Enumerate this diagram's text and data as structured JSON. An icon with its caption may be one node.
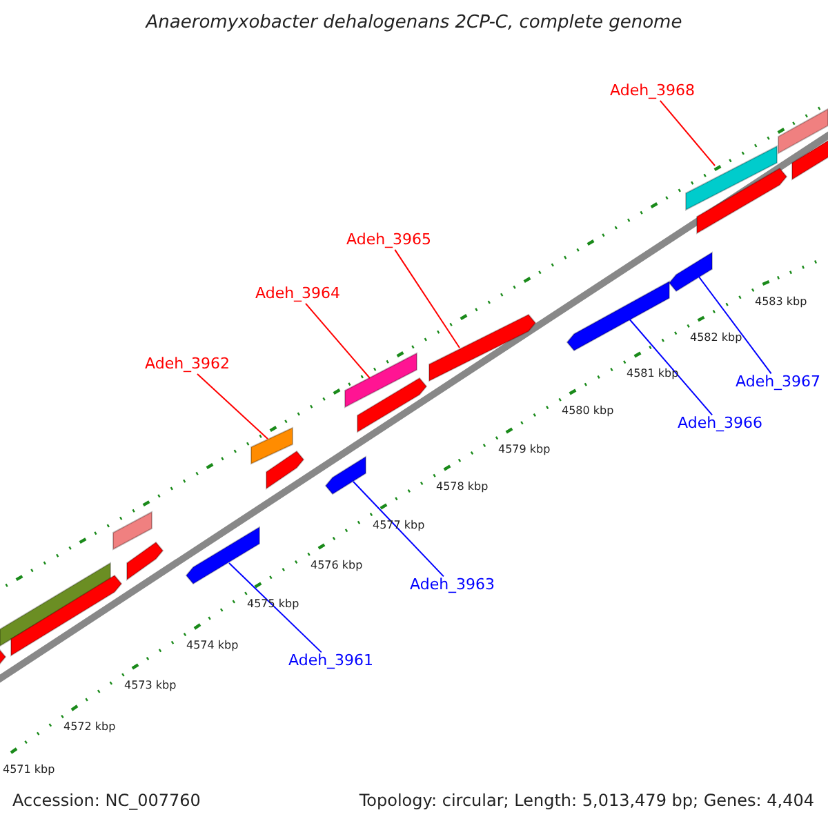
{
  "diagram": {
    "title": "Anaeromyxobacter dehalogenans 2CP-C, complete genome",
    "nodes": [
      {
        "text": [
          "Adeh_3968"
        ]
      },
      {
        "text": [
          "Adeh_3965"
        ]
      },
      {
        "text": [
          "Adeh_3964"
        ]
      },
      {
        "text": [
          "Adeh_3962"
        ]
      },
      {
        "text": [
          "Adeh_3967"
        ]
      },
      {
        "text": [
          "Adeh_3966"
        ]
      },
      {
        "text": [
          "Adeh_3963"
        ]
      },
      {
        "text": [
          "Adeh_3961"
        ]
      },
      {
        "text": [],
        "shape": "bar"
      },
      {
        "text": [],
        "shape": "bar"
      },
      {
        "text": [],
        "shape": "bar"
      },
      {
        "text": [],
        "shape": "bar"
      },
      {
        "text": [],
        "shape": "bar"
      },
      {
        "text": [],
        "shape": "bar"
      },
      {
        "text": [],
        "shape": "bar"
      },
      {
        "text": [],
        "shape": "bar"
      },
      {
        "text": [],
        "shape": "bar"
      },
      {
        "text": [],
        "shape": "bar"
      },
      {
        "text": [],
        "shape": "bar"
      },
      {
        "text": [],
        "shape": "bar"
      },
      {
        "text": [],
        "shape": "bar"
      },
      {
        "text": [],
        "shape": "bar"
      },
      {
        "text": [],
        "shape": "bar"
      },
      {
        "text": [],
        "shape": "bar"
      },
      {
        "text": [],
        "shape": "bar"
      },
      {
        "text": [],
        "shape": "bar"
      }
    ],
    "edges": [
      {
        "from": 0,
        "to": 8,
        "arrow": "none"
      },
      {
        "from": 1,
        "to": 9,
        "arrow": "none"
      },
      {
        "from": 2,
        "to": 10,
        "arrow": "none"
      },
      {
        "from": 3,
        "to": 11,
        "arrow": "none"
      },
      {
        "from": 4,
        "to": 12,
        "arrow": "none",
        "color": "#0000ff"
      },
      {
        "from": 5,
        "to": 13,
        "arrow": "none",
        "color": "#0000ff"
      },
      {
        "from": 6,
        "to": 14,
        "arrow": "none",
        "color": "#0000ff"
      },
      {
        "from": 7,
        "to": 15,
        "arrow": "none",
        "color": "#0000ff"
      }
    ],
    "labels": [
      "4583 kbp",
      "4582 kbp",
      "4581 kbp",
      "4580 kbp",
      "4579 kbp",
      "4578 kbp",
      "4577 kbp",
      "4576 kbp",
      "4575 kbp",
      "4574 kbp",
      "4573 kbp",
      "4572 kbp",
      "4571 kbp",
      "Accession: NC_007760",
      "Topology: circular; Length: 5,013,479 bp; Genes: 4,404"
    ]
  }
}
